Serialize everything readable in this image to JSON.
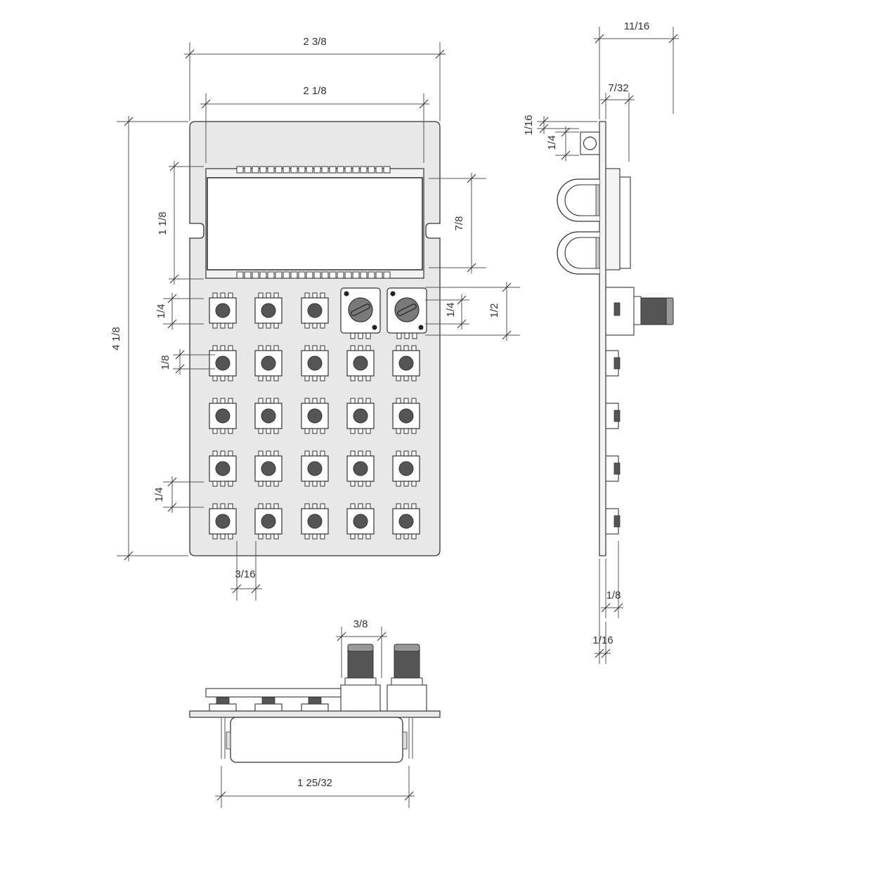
{
  "colors": {
    "line": "#333333",
    "board_fill": "#e8e8e8",
    "button_cap": "#555555",
    "knob_fill": "#7a7a7a",
    "white": "#ffffff"
  },
  "front_view": {
    "button_rows": 5,
    "button_cols": 5,
    "knob_count": 2,
    "pin_pad_count_per_row": 20
  },
  "dimensions": {
    "overall_width": "2 3/8",
    "display_width": "2 1/8",
    "overall_height": "4 1/8",
    "display_height": "1 1/8",
    "display_window": "7/8",
    "button_pitch_top": "1/4",
    "button_size": "1/8",
    "button_pitch_bottom": "1/4",
    "button_gap": "3/16",
    "knob_size": "1/4",
    "knob_pitch": "1/2",
    "side_depth": "11/16",
    "side_board": "7/32",
    "side_top_small": "1/16",
    "side_top_led": "1/4",
    "side_bottom_mid": "1/8",
    "side_bottom_small": "1/16",
    "knob_shaft_width": "3/8",
    "battery_width": "1 25/32"
  }
}
